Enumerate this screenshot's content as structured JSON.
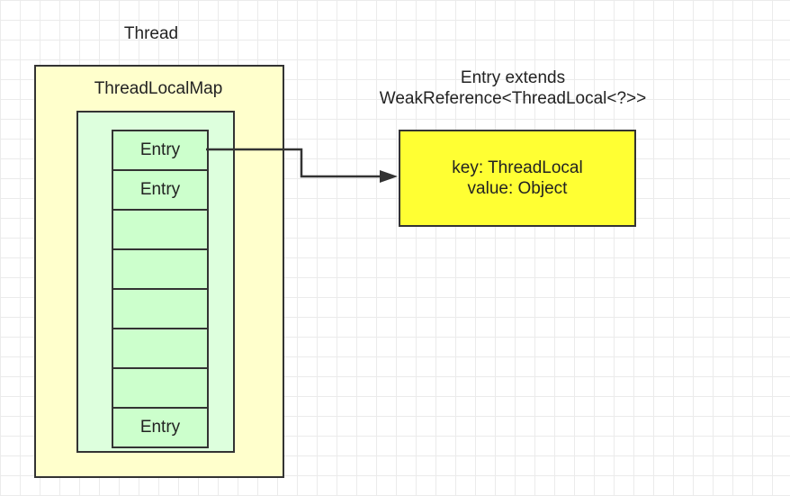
{
  "thread": {
    "title": "Thread"
  },
  "thread_local_map": {
    "title": "ThreadLocalMap"
  },
  "entries": [
    {
      "label": "Entry"
    },
    {
      "label": "Entry"
    },
    {
      "label": ""
    },
    {
      "label": ""
    },
    {
      "label": ""
    },
    {
      "label": ""
    },
    {
      "label": ""
    },
    {
      "label": "Entry"
    }
  ],
  "entry_class": {
    "caption_line1": "Entry extends",
    "caption_line2": "WeakReference<ThreadLocal<?>>",
    "key_line": "key:  ThreadLocal",
    "value_line": "value:  Object"
  },
  "colors": {
    "thread_fill": "#ffffcc",
    "map_fill": "#ddffdd",
    "entry_fill": "#ccffcc",
    "entry_class_fill": "#ffff33",
    "stroke": "#333333"
  }
}
